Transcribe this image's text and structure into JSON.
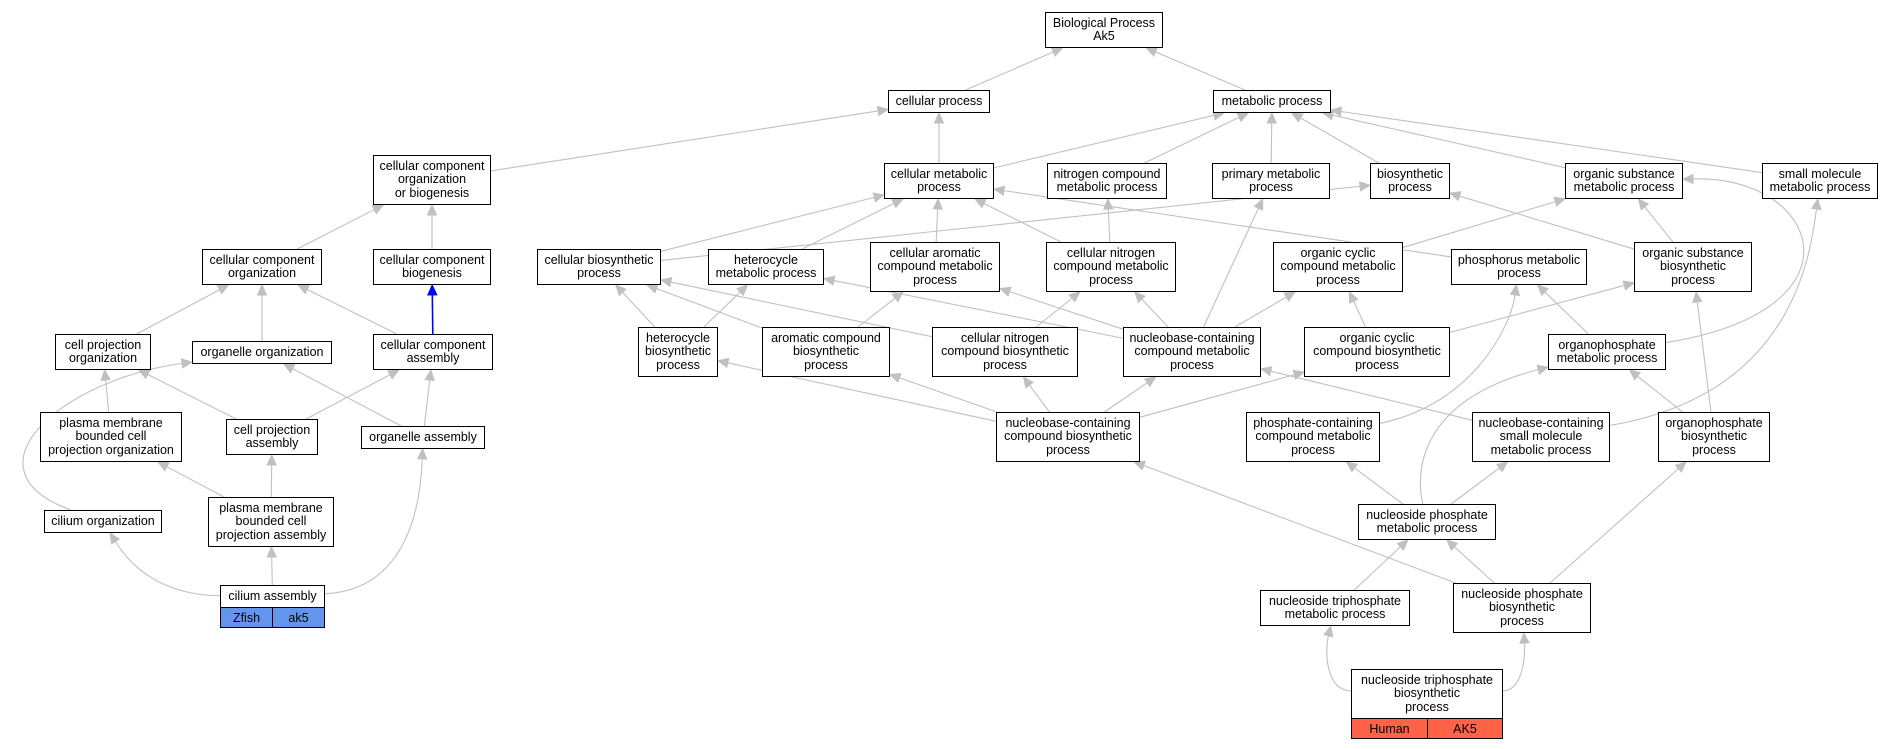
{
  "colors": {
    "edge": "#c0c0c0",
    "edge_highlight": "#0000ff",
    "zfish_tag": "#6495ed",
    "human_tag": "#ff6347"
  },
  "nodes": {
    "bp_ak5": "Biological Process\nAk5",
    "cellular_process": "cellular process",
    "metabolic_process": "metabolic process",
    "cc_org_biogenesis": "cellular component\norganization\nor biogenesis",
    "cellular_metabolic": "cellular metabolic\nprocess",
    "nitrogen_compound_metabolic": "nitrogen compound\nmetabolic process",
    "primary_metabolic": "primary metabolic\nprocess",
    "biosynthetic_process": "biosynthetic\nprocess",
    "organic_substance_metabolic": "organic substance\nmetabolic process",
    "small_molecule_metabolic": "small molecule\nmetabolic process",
    "cc_organization": "cellular component\norganization",
    "cc_biogenesis": "cellular component\nbiogenesis",
    "cellular_biosynthetic": "cellular biosynthetic\nprocess",
    "heterocycle_metabolic": "heterocycle\nmetabolic process",
    "cellular_aromatic_metabolic": "cellular aromatic\ncompound metabolic\nprocess",
    "cellular_nitrogen_metabolic": "cellular nitrogen\ncompound metabolic\nprocess",
    "organic_cyclic_metabolic": "organic cyclic\ncompound metabolic\nprocess",
    "phosphorus_metabolic": "phosphorus metabolic\nprocess",
    "organic_substance_biosynthetic": "organic substance\nbiosynthetic\nprocess",
    "cell_projection_org": "cell projection\norganization",
    "organelle_org": "organelle organization",
    "cc_assembly": "cellular component\nassembly",
    "heterocycle_biosynthetic": "heterocycle\nbiosynthetic\nprocess",
    "aromatic_biosynthetic": "aromatic compound\nbiosynthetic\nprocess",
    "cellular_nitrogen_biosynthetic": "cellular nitrogen\ncompound biosynthetic\nprocess",
    "nucleobase_metabolic": "nucleobase-containing\ncompound metabolic\nprocess",
    "organic_cyclic_biosynthetic": "organic cyclic\ncompound biosynthetic\nprocess",
    "organophosphate_metabolic": "organophosphate\nmetabolic process",
    "pm_cell_projection_org": "plasma membrane\nbounded cell\nprojection organization",
    "cell_projection_assembly": "cell projection\nassembly",
    "organelle_assembly": "organelle assembly",
    "nucleobase_biosynthetic": "nucleobase-containing\ncompound biosynthetic\nprocess",
    "phosphate_metabolic": "phosphate-containing\ncompound metabolic\nprocess",
    "nucleobase_small_molecule": "nucleobase-containing\nsmall molecule\nmetabolic process",
    "organophosphate_biosynthetic": "organophosphate\nbiosynthetic\nprocess",
    "cilium_org": "cilium organization",
    "pm_cell_projection_assembly": "plasma membrane\nbounded cell\nprojection assembly",
    "nucleoside_phosphate_metabolic": "nucleoside phosphate\nmetabolic process",
    "cilium_assembly": "cilium assembly",
    "nucleoside_phosphate_biosynthetic": "nucleoside phosphate\nbiosynthetic\nprocess",
    "ntp_metabolic": "nucleoside triphosphate\nmetabolic process",
    "ntp_biosynthetic": "nucleoside triphosphate\nbiosynthetic\nprocess"
  },
  "tags": {
    "zfish_species": "Zfish",
    "zfish_gene": "ak5",
    "human_species": "Human",
    "human_gene": "AK5"
  },
  "edges": [
    {
      "from": "cellular_process",
      "to": "bp_ak5"
    },
    {
      "from": "metabolic_process",
      "to": "bp_ak5"
    },
    {
      "from": "cc_org_biogenesis",
      "to": "cellular_process"
    },
    {
      "from": "cellular_metabolic",
      "to": "cellular_process"
    },
    {
      "from": "cellular_metabolic",
      "to": "metabolic_process"
    },
    {
      "from": "nitrogen_compound_metabolic",
      "to": "metabolic_process"
    },
    {
      "from": "primary_metabolic",
      "to": "metabolic_process"
    },
    {
      "from": "biosynthetic_process",
      "to": "metabolic_process"
    },
    {
      "from": "organic_substance_metabolic",
      "to": "metabolic_process"
    },
    {
      "from": "small_molecule_metabolic",
      "to": "metabolic_process"
    },
    {
      "from": "cc_organization",
      "to": "cc_org_biogenesis"
    },
    {
      "from": "cc_biogenesis",
      "to": "cc_org_biogenesis"
    },
    {
      "from": "cellular_biosynthetic",
      "to": "cellular_metabolic"
    },
    {
      "from": "cellular_biosynthetic",
      "to": "biosynthetic_process"
    },
    {
      "from": "heterocycle_metabolic",
      "to": "cellular_metabolic"
    },
    {
      "from": "cellular_aromatic_metabolic",
      "to": "cellular_metabolic"
    },
    {
      "from": "cellular_nitrogen_metabolic",
      "to": "cellular_metabolic"
    },
    {
      "from": "cellular_nitrogen_metabolic",
      "to": "nitrogen_compound_metabolic"
    },
    {
      "from": "phosphorus_metabolic",
      "to": "cellular_metabolic"
    },
    {
      "from": "organic_cyclic_metabolic",
      "to": "organic_substance_metabolic"
    },
    {
      "from": "organic_substance_biosynthetic",
      "to": "organic_substance_metabolic"
    },
    {
      "from": "organic_substance_biosynthetic",
      "to": "biosynthetic_process"
    },
    {
      "from": "cell_projection_org",
      "to": "cc_organization"
    },
    {
      "from": "organelle_org",
      "to": "cc_organization"
    },
    {
      "from": "cc_assembly",
      "to": "cc_organization"
    },
    {
      "from": "cc_assembly",
      "to": "cc_biogenesis",
      "highlight": true
    },
    {
      "from": "heterocycle_biosynthetic",
      "to": "cellular_biosynthetic"
    },
    {
      "from": "heterocycle_biosynthetic",
      "to": "heterocycle_metabolic"
    },
    {
      "from": "aromatic_biosynthetic",
      "to": "cellular_biosynthetic"
    },
    {
      "from": "aromatic_biosynthetic",
      "to": "cellular_aromatic_metabolic"
    },
    {
      "from": "cellular_nitrogen_biosynthetic",
      "to": "cellular_biosynthetic"
    },
    {
      "from": "cellular_nitrogen_biosynthetic",
      "to": "cellular_nitrogen_metabolic"
    },
    {
      "from": "nucleobase_metabolic",
      "to": "heterocycle_metabolic"
    },
    {
      "from": "nucleobase_metabolic",
      "to": "cellular_aromatic_metabolic"
    },
    {
      "from": "nucleobase_metabolic",
      "to": "cellular_nitrogen_metabolic"
    },
    {
      "from": "nucleobase_metabolic",
      "to": "primary_metabolic"
    },
    {
      "from": "nucleobase_metabolic",
      "to": "organic_cyclic_metabolic"
    },
    {
      "from": "organic_cyclic_biosynthetic",
      "to": "organic_cyclic_metabolic"
    },
    {
      "from": "organic_cyclic_biosynthetic",
      "to": "organic_substance_biosynthetic"
    },
    {
      "from": "organophosphate_metabolic",
      "to": "phosphorus_metabolic"
    },
    {
      "from": "organophosphate_metabolic",
      "to": "organic_substance_metabolic",
      "curve": [
        1870,
        310,
        1820,
        175
      ]
    },
    {
      "from": "pm_cell_projection_org",
      "to": "cell_projection_org"
    },
    {
      "from": "cell_projection_assembly",
      "to": "cell_projection_org"
    },
    {
      "from": "cell_projection_assembly",
      "to": "cc_assembly"
    },
    {
      "from": "organelle_assembly",
      "to": "organelle_org"
    },
    {
      "from": "organelle_assembly",
      "to": "cc_assembly"
    },
    {
      "from": "nucleobase_biosynthetic",
      "to": "heterocycle_biosynthetic"
    },
    {
      "from": "nucleobase_biosynthetic",
      "to": "aromatic_biosynthetic"
    },
    {
      "from": "nucleobase_biosynthetic",
      "to": "cellular_nitrogen_biosynthetic"
    },
    {
      "from": "nucleobase_biosynthetic",
      "to": "nucleobase_metabolic"
    },
    {
      "from": "nucleobase_biosynthetic",
      "to": "organic_cyclic_biosynthetic"
    },
    {
      "from": "phosphate_metabolic",
      "to": "phosphorus_metabolic",
      "curve": [
        1470,
        405,
        1510,
        330
      ]
    },
    {
      "from": "nucleobase_small_molecule",
      "to": "nucleobase_metabolic"
    },
    {
      "from": "nucleobase_small_molecule",
      "to": "small_molecule_metabolic",
      "curve": [
        1790,
        395,
        1810,
        260
      ]
    },
    {
      "from": "organophosphate_biosynthetic",
      "to": "organophosphate_metabolic"
    },
    {
      "from": "organophosphate_biosynthetic",
      "to": "organic_substance_biosynthetic"
    },
    {
      "from": "cilium_org",
      "to": "organelle_org",
      "curve": [
        -40,
        470,
        60,
        380
      ]
    },
    {
      "from": "pm_cell_projection_assembly",
      "to": "pm_cell_projection_org"
    },
    {
      "from": "pm_cell_projection_assembly",
      "to": "cell_projection_assembly"
    },
    {
      "from": "nucleoside_phosphate_metabolic",
      "to": "phosphate_metabolic"
    },
    {
      "from": "nucleoside_phosphate_metabolic",
      "to": "nucleobase_small_molecule"
    },
    {
      "from": "nucleoside_phosphate_metabolic",
      "to": "organophosphate_metabolic",
      "curve": [
        1415,
        470,
        1420,
        400
      ]
    },
    {
      "from": "cilium_assembly",
      "to": "cilium_org",
      "curve": [
        160,
        595,
        130,
        565
      ]
    },
    {
      "from": "cilium_assembly",
      "to": "pm_cell_projection_assembly"
    },
    {
      "from": "cilium_assembly",
      "to": "organelle_assembly",
      "curve": [
        400,
        590,
        420,
        520
      ]
    },
    {
      "from": "nucleoside_phosphate_biosynthetic",
      "to": "nucleobase_biosynthetic"
    },
    {
      "from": "nucleoside_phosphate_biosynthetic",
      "to": "nucleoside_phosphate_metabolic"
    },
    {
      "from": "nucleoside_phosphate_biosynthetic",
      "to": "organophosphate_biosynthetic"
    },
    {
      "from": "ntp_metabolic",
      "to": "nucleoside_phosphate_metabolic"
    },
    {
      "from": "ntp_biosynthetic",
      "to": "ntp_metabolic",
      "curve": [
        1325,
        690,
        1325,
        650
      ]
    },
    {
      "from": "ntp_biosynthetic",
      "to": "nucleoside_phosphate_biosynthetic",
      "curve": [
        1525,
        690,
        1525,
        650
      ]
    }
  ]
}
